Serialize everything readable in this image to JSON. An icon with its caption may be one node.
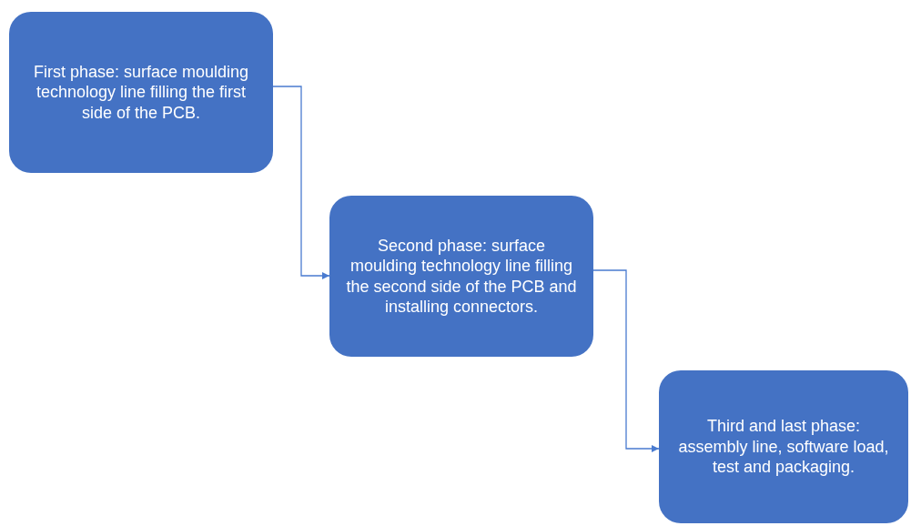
{
  "diagram": {
    "nodes": [
      {
        "text": [
          "First phase: surface moulding technology line filling the first side of the PCB."
        ]
      },
      {
        "text": [
          "Second phase: surface moulding technology line filling the second side of the PCB and installing connectors."
        ]
      },
      {
        "text": [
          "Third and last phase: assembly line, software load, test and packaging."
        ]
      }
    ],
    "edges": [
      {
        "from": 0,
        "to": 1,
        "arrow": "to"
      },
      {
        "from": 1,
        "to": 2,
        "arrow": "to"
      }
    ]
  }
}
